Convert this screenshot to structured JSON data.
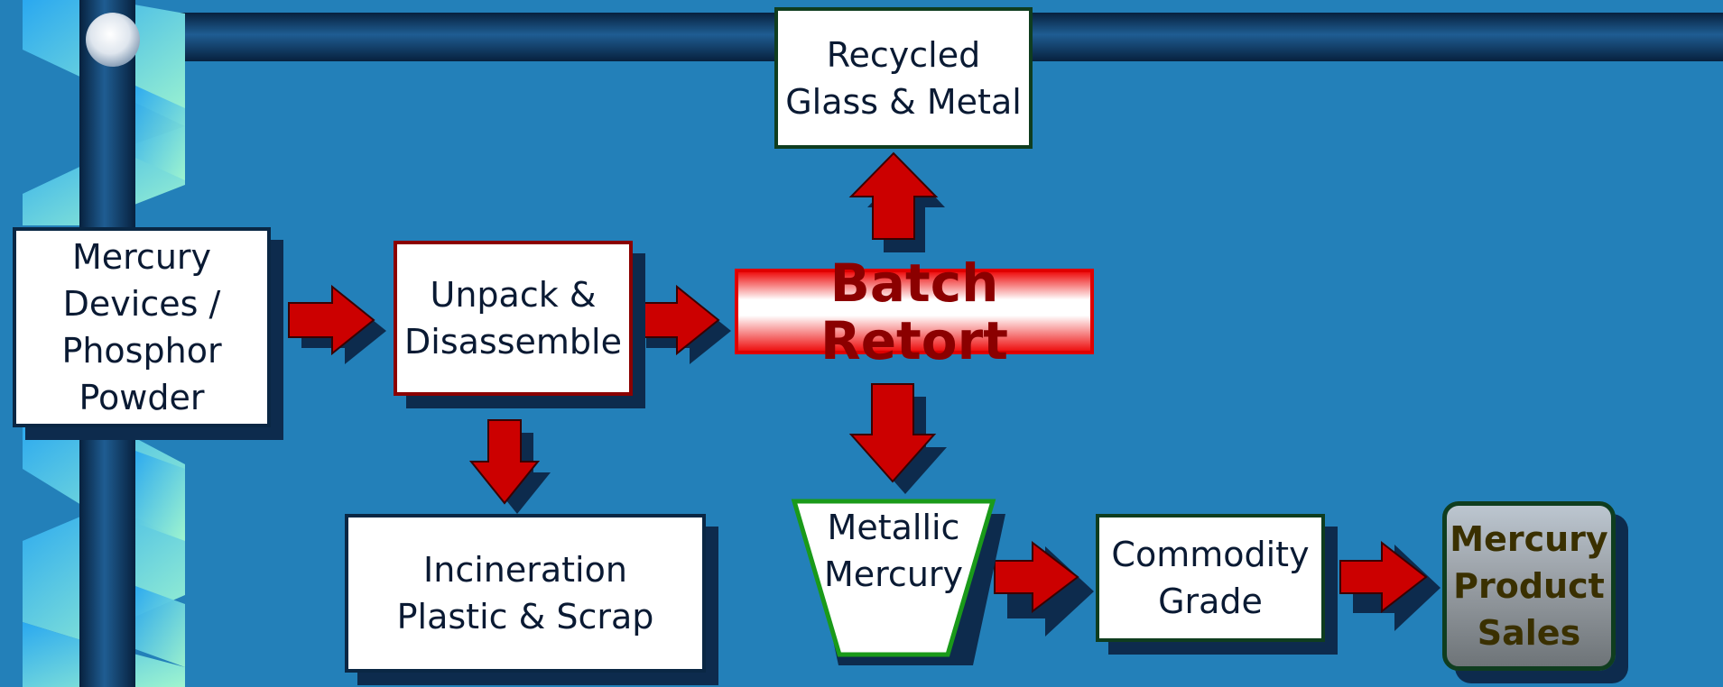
{
  "diagram": {
    "nodes": {
      "mercury_devices": "Mercury\nDevices /\nPhosphor\nPowder",
      "unpack": "Unpack &\nDisassemble",
      "batch_retort": "Batch Retort",
      "recycled_glass": "Recycled\nGlass & Metal",
      "incineration": "Incineration\nPlastic & Scrap",
      "metallic_mercury": "Metallic\nMercury",
      "commodity_grade": "Commodity\nGrade",
      "product_sales": "Mercury\nProduct\nSales"
    },
    "edges": [
      {
        "from": "Mercury Devices / Phosphor Powder",
        "to": "Unpack & Disassemble"
      },
      {
        "from": "Unpack & Disassemble",
        "to": "Batch Retort"
      },
      {
        "from": "Unpack & Disassemble",
        "to": "Incineration Plastic & Scrap"
      },
      {
        "from": "Batch Retort",
        "to": "Recycled Glass & Metal"
      },
      {
        "from": "Batch Retort",
        "to": "Metallic Mercury"
      },
      {
        "from": "Metallic Mercury",
        "to": "Commodity Grade"
      },
      {
        "from": "Commodity Grade",
        "to": "Mercury Product Sales"
      }
    ]
  },
  "colors": {
    "background": "#2380B9",
    "bar": "#0f3a63",
    "arrow": "#CC0000",
    "arrow_shadow": "#0d2b4d",
    "retort_text": "#8B0000",
    "sales_text": "#3a3000"
  }
}
